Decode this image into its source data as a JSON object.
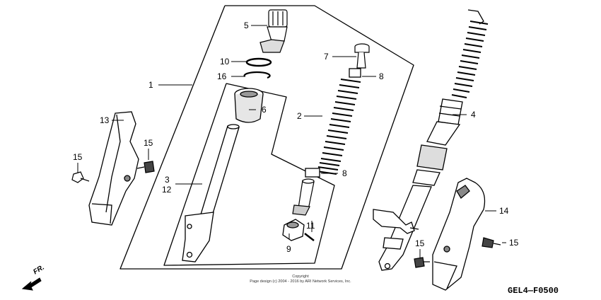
{
  "parts": {
    "p1": "1",
    "p2": "2",
    "p3": "3",
    "p4": "4",
    "p5": "5",
    "p6": "6",
    "p7": "7",
    "p8a": "8",
    "p8b": "8",
    "p9": "9",
    "p10": "10",
    "p11": "11",
    "p12": "12",
    "p13": "13",
    "p14": "14",
    "p15a": "15",
    "p15b": "15",
    "p15c": "15",
    "p15d": "15",
    "p16": "16"
  },
  "copyright_title": "Copyright",
  "copyright_line": "Page design (c) 2004 - 2016 by ARI Network Services, Inc.",
  "diagram_code": "GEL4—F0500",
  "direction_label": "FR."
}
